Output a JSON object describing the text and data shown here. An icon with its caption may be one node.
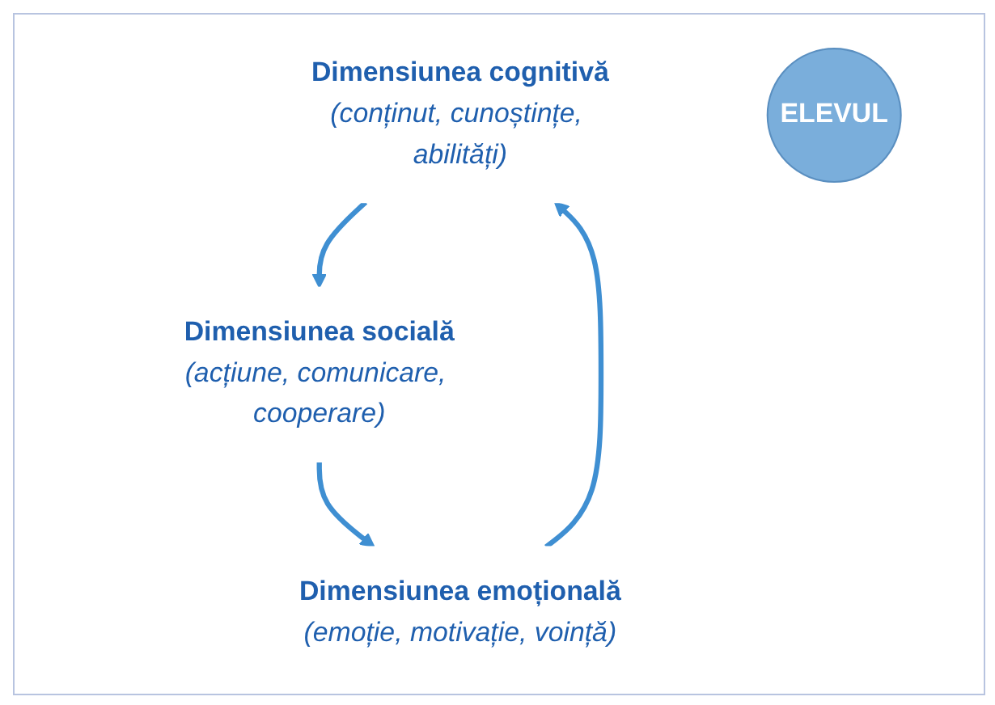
{
  "diagram": {
    "nodes": [
      {
        "text": [
          "Dimensiunea cognitivă",
          "(conținut, cunoștințe, abilități)"
        ]
      },
      {
        "text": [
          "Dimensiunea socială",
          "(acțiune, comunicare, cooperare)"
        ]
      },
      {
        "text": [
          "ELEVUL"
        ]
      },
      {
        "text": [
          "Dimensiunea emoțională",
          "(emoție, motivație, voință)"
        ]
      }
    ],
    "edges": [
      {
        "from": 0,
        "to": 1,
        "arrow": "to"
      },
      {
        "from": 1,
        "to": 3,
        "arrow": "to"
      },
      {
        "from": 3,
        "to": 0,
        "arrow": "to"
      }
    ]
  }
}
